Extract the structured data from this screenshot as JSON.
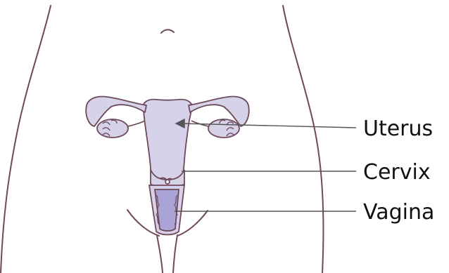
{
  "labels": {
    "uterus": "Uterus",
    "cervix": "Cervix",
    "vagina": "Vagina"
  },
  "colors": {
    "outline": "#6e4a5a",
    "organ_fill": "#d6d2ea",
    "vagina_fill": "#aaa4d6",
    "leader_line": "#555555",
    "background": "#ffffff"
  }
}
